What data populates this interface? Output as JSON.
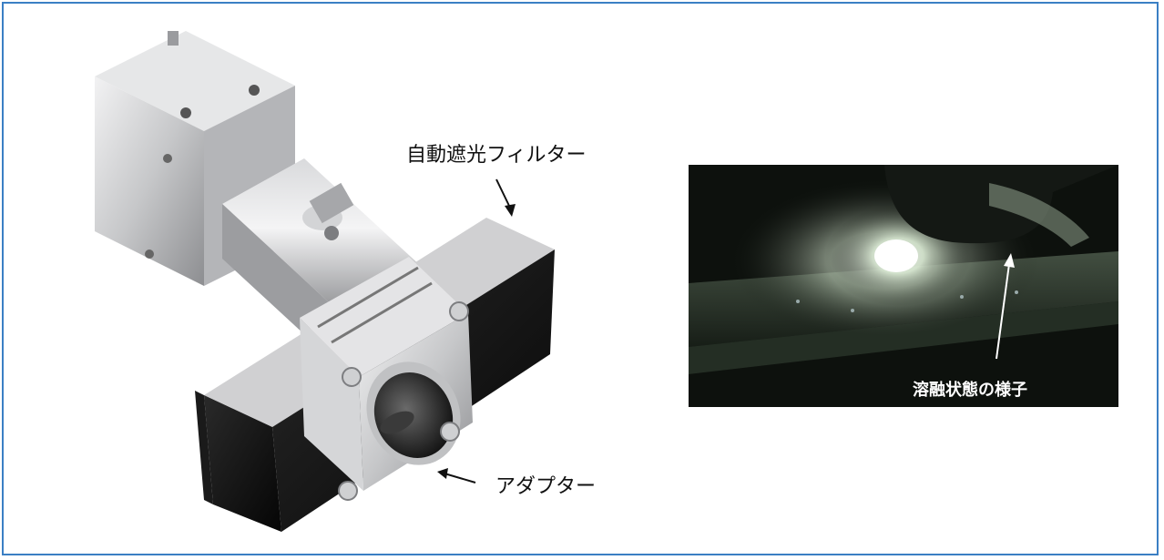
{
  "labels": {
    "auto_shade_filter": "自動遮光フィルター",
    "adapter": "アダプター",
    "melt_state": "溶融状態の様子"
  },
  "colors": {
    "frame_border": "#3b7fc4",
    "filter_black": "#111111",
    "camera_silver": "#c9cacc",
    "photo_dark": "#0d110d",
    "weld_glow": "#e9f5e4"
  },
  "icons": {
    "filter_pointer": "arrow-down-icon",
    "adapter_pointer": "arrow-left-icon",
    "melt_pointer": "arrow-up-icon"
  }
}
